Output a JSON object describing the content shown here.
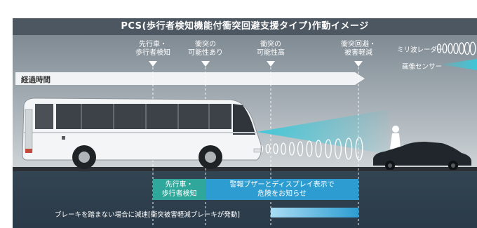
{
  "title": "PCS(歩行者検知機能付衝突回避支援タイプ)作動イメージ",
  "markers": [
    {
      "line1": "先行車・",
      "line2": "歩行者検知"
    },
    {
      "line1": "衝突の",
      "line2": "可能性あり"
    },
    {
      "line1": "衝突の",
      "line2": "可能性高"
    },
    {
      "line1": "衝突回避・",
      "line2": "被害軽減"
    }
  ],
  "elapsed_time_label": "経過時間",
  "radar_label": "ミリ波レーダー",
  "camera_label": "画像センサー",
  "detect_box": {
    "line1": "先行車・",
    "line2": "歩行者検知"
  },
  "alert_box": {
    "line1": "警報ブザーとディスプレイ表示で",
    "line2": "危険をお知らせ"
  },
  "brake_text": "ブレーキを踏まない場合に減速[衝突被害軽減ブレーキが発動]",
  "colors": {
    "detect_green": "#2fa79a",
    "alert_blue": "#2d9dd1",
    "beam_cyan": "#3cc7d8",
    "title_bar": "#4d5761"
  }
}
